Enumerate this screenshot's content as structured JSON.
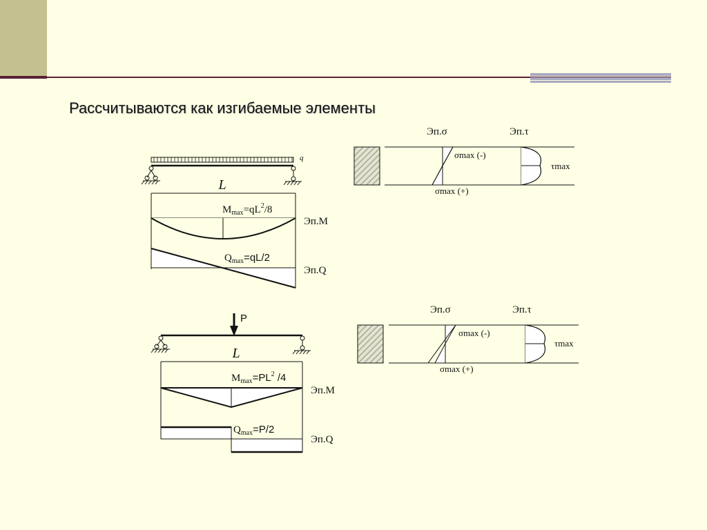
{
  "title": "Рассчитываются как изгибаемые элементы",
  "diagram1": {
    "load_label": "q",
    "span_label": "L",
    "m_prefix": "M",
    "m_sub": "max",
    "m_formula": "=qL",
    "m_sup": "2",
    "m_suffix": "/8",
    "m_label": "Эп.M",
    "q_prefix": "Q",
    "q_sub": "max",
    "q_formula": "=qL/2",
    "q_label": "Эп.Q"
  },
  "diagram2": {
    "force_label": "P",
    "span_label": "L",
    "m_prefix": "M",
    "m_sub": "max",
    "m_formula": "=PL",
    "m_sup": "2",
    "m_suffix": " /4",
    "m_label": "Эп.M",
    "q_prefix": "Q",
    "q_sub": "max",
    "q_formula": "=P/2",
    "q_label": "Эп.Q"
  },
  "stress1": {
    "sigma_title": "Эп.σ",
    "tau_title": "Эп.τ",
    "sigma_minus": "σmax (-)",
    "sigma_plus": "σmax (+)",
    "tau_max": "τmax"
  },
  "stress2": {
    "sigma_title": "Эп.σ",
    "tau_title": "Эп.τ",
    "sigma_minus": "σmax (-)",
    "sigma_plus": "σmax (+)",
    "tau_max": "τmax"
  },
  "colors": {
    "background": "#ffffe5",
    "corner": "#c4c08f",
    "rule": "#5a1f35",
    "stripe": "#a9a9bf",
    "line": "#111111"
  }
}
